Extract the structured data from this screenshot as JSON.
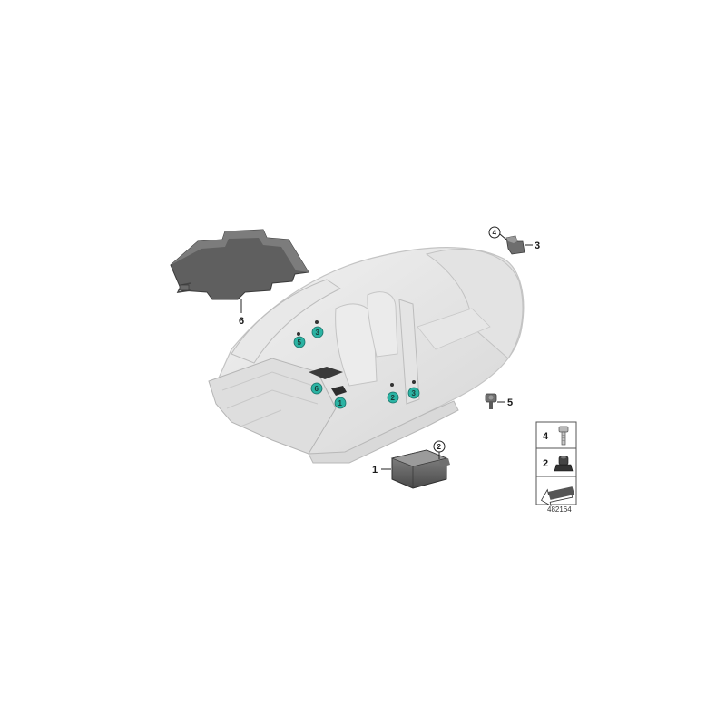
{
  "diagram": {
    "reference_number": "482164",
    "accent_color": "#2bb3a3",
    "callouts": [
      {
        "id": "6",
        "label": "6"
      },
      {
        "id": "3",
        "label": "3"
      },
      {
        "id": "4",
        "label": "4"
      },
      {
        "id": "5",
        "label": "5"
      },
      {
        "id": "1",
        "label": "1"
      },
      {
        "id": "2",
        "label": "2"
      }
    ],
    "body_markers": [
      {
        "label": "5"
      },
      {
        "label": "3"
      },
      {
        "label": "6"
      },
      {
        "label": "1"
      },
      {
        "label": "2"
      },
      {
        "label": "3"
      }
    ],
    "legend": {
      "rows": [
        {
          "label": "4",
          "icon": "bolt-icon"
        },
        {
          "label": "2",
          "icon": "nut-icon"
        }
      ],
      "bottom_icon": "direction-arrow-icon"
    }
  }
}
